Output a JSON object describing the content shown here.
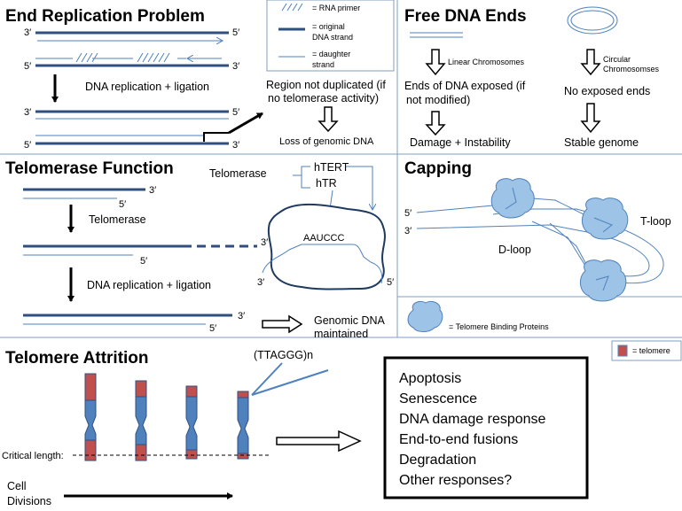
{
  "sections": {
    "end_replication": {
      "title": "End Replication Problem",
      "prime3": "3′",
      "prime5": "5′",
      "step": "DNA replication + ligation",
      "region_line1": "Region not duplicated (if",
      "region_line2": "no telomerase activity)",
      "loss": "Loss of genomic DNA"
    },
    "legend_top": {
      "primer": "= RNA primer",
      "original_1": "= original",
      "original_2": "DNA strand",
      "daughter_1": "= daughter",
      "daughter_2": "strand"
    },
    "free_ends": {
      "title": "Free DNA Ends",
      "linear": "Linear Chromosomes",
      "circular_1": "Circular",
      "circular_2": "Chromosomses",
      "exposed_1": "Ends of DNA exposed (if",
      "exposed_2": "not modified)",
      "no_exposed": "No exposed ends",
      "damage": "Damage + Instability",
      "stable": "Stable genome"
    },
    "telomerase": {
      "title": "Telomerase Function",
      "enzyme": "Telomerase",
      "htert": "hTERT",
      "htr": "hTR",
      "template": "AAUCCC",
      "step1": "Telomerase",
      "step2": "DNA replication + ligation",
      "result_1": "Genomic DNA",
      "result_2": "maintained"
    },
    "capping": {
      "title": "Capping",
      "tloop": "T-loop",
      "dloop": "D-loop",
      "legend": "= Telomere Binding Proteins"
    },
    "attrition": {
      "title": "Telomere Attrition",
      "repeat": "(TTAGGG)n",
      "legend": "= telomere",
      "critical": "Critical length:",
      "cell_1": "Cell",
      "cell_2": "Divisions",
      "responses": [
        "Apoptosis",
        "Senescence",
        "DNA damage response",
        "End-to-end fusions",
        "Degradation",
        "Other responses?"
      ]
    }
  },
  "colors": {
    "strand": "#2f4f7f",
    "daughter": "#4f81bd",
    "chromosome": "#4f81bd",
    "telomere": "#c0504d",
    "protein": "#9dc3e6"
  }
}
